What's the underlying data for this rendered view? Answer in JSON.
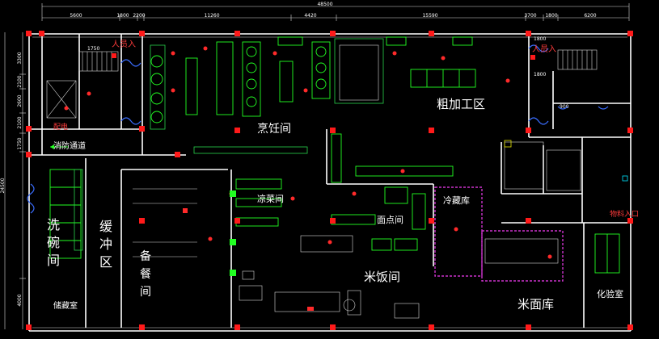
{
  "dimensions": {
    "total": "48500",
    "top": [
      "5600",
      "1800",
      "2200",
      "11260",
      "4420",
      "15590",
      "3700",
      "1800",
      "6200"
    ],
    "left": [
      "3300",
      "2100",
      "2600",
      "2100",
      "1750",
      "24500",
      "4000"
    ],
    "small": [
      "1750",
      "1800",
      "1800",
      "900"
    ]
  },
  "rooms": {
    "kitchen": "烹饪间",
    "rough_processing": "粗加工区",
    "cold_dish": "凉菜间",
    "cold_storage": "冷藏库",
    "pastry": "面点间",
    "rice": "米饭间",
    "rice_flour_storage": "米面库",
    "dishwash": "洗碗间",
    "buffer": "缓冲区",
    "prep": "备餐间",
    "storage": "储藏室",
    "lab": "化验室",
    "fire_passage": "消防通道",
    "distribution": "配电",
    "staff_entry_left": "人员入",
    "staff_entry_right": "人员入",
    "material_entry": "物料入口"
  },
  "colors": {
    "background": "#000000",
    "wall": "#ffffff",
    "equipment": "#22ff22",
    "door": "#3a6dff",
    "column": "#ff1a1a",
    "partition": "#cc33cc"
  }
}
